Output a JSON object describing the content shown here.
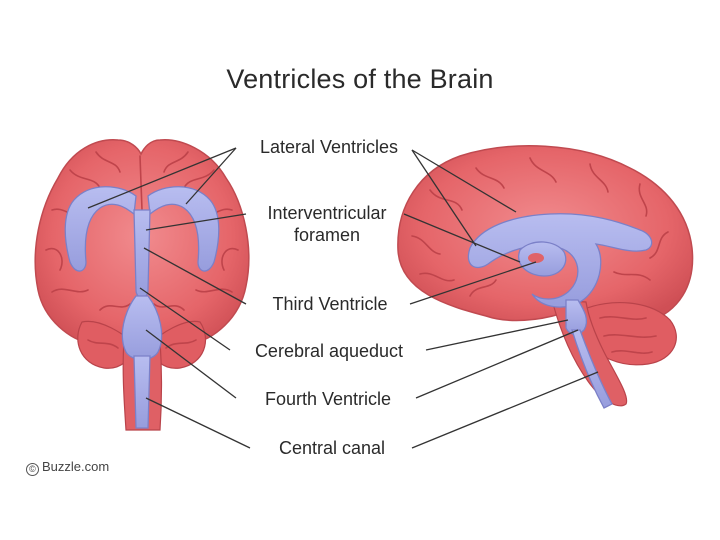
{
  "title": "Ventricles of the Brain",
  "labels": {
    "lateral_ventricles": "Lateral Ventricles",
    "interventricular_line1": "Interventricular",
    "interventricular_line2": "foramen",
    "third_ventricle": "Third Ventricle",
    "cerebral_aqueduct": "Cerebral aqueduct",
    "fourth_ventricle": "Fourth Ventricle",
    "central_canal": "Central canal"
  },
  "credit": {
    "symbol": "©",
    "text": "Buzzle.com"
  },
  "colors": {
    "brain": "#e86a6e",
    "brain_dark": "#c9464d",
    "brain_light": "#f4979a",
    "ventricle": "#a6abe6",
    "ventricle_edge": "#7b80c8",
    "leader_line": "#333333"
  }
}
